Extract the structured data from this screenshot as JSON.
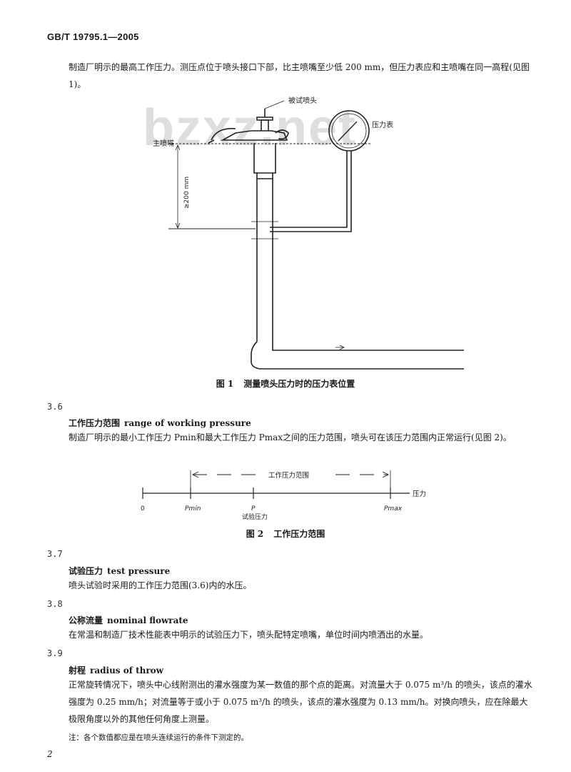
{
  "header": "GB/T 19795.1—2005",
  "intro_para": "制造厂明示的最高工作压力。测压点位于喷头接口下部，比主喷嘴至少低 200 mm，但压力表应和主喷嘴在同一高程(见图 1)。",
  "watermark": "bzxz.net",
  "figure1": {
    "label_nozzle": "被试喷头",
    "label_gauge": "压力表",
    "label_main_nozzle": "主喷嘴",
    "label_dim": "≥200 mm",
    "caption_num": "图 1",
    "caption_text": "测量喷头压力时的压力表位置"
  },
  "s36": {
    "num": "3.6",
    "term_cn": "工作压力范围",
    "term_en": "range of working pressure",
    "body": "制造厂明示的最小工作压力 Pmin和最大工作压力 Pmax之间的压力范围，喷头可在该压力范围内正常运行(见图 2)。"
  },
  "figure2": {
    "range_label": "工作压力范围",
    "axis_label": "压力",
    "tick_0": "0",
    "tick_pmin": "Pmin",
    "tick_p": "P",
    "tick_p_label": "试验压力",
    "tick_pmax": "Pmax",
    "caption_num": "图 2",
    "caption_text": "工作压力范围"
  },
  "s37": {
    "num": "3.7",
    "term_cn": "试验压力",
    "term_en": "test pressure",
    "body": "喷头试验时采用的工作压力范围(3.6)内的水压。"
  },
  "s38": {
    "num": "3.8",
    "term_cn": "公称流量",
    "term_en": "nominal flowrate",
    "body": "在常温和制造厂技术性能表中明示的试验压力下，喷头配特定喷嘴，单位时间内喷洒出的水量。"
  },
  "s39": {
    "num": "3.9",
    "term_cn": "射程",
    "term_en": "radius of throw",
    "body": "正常旋转情况下，喷头中心线附测出的灌水强度为某一数值的那个点的距离。对流量大于 0.075 m³/h 的喷头，该点的灌水强度为 0.25 mm/h；对流量等于或小于 0.075 m³/h 的喷头，该点的灌水强度为 0.13 mm/h。对换向喷头，应在除最大极限角度以外的其他任何角度上测量。"
  },
  "note": "注：各个数值都应是在喷头连续运行的条件下测定的。",
  "page_number": "2"
}
